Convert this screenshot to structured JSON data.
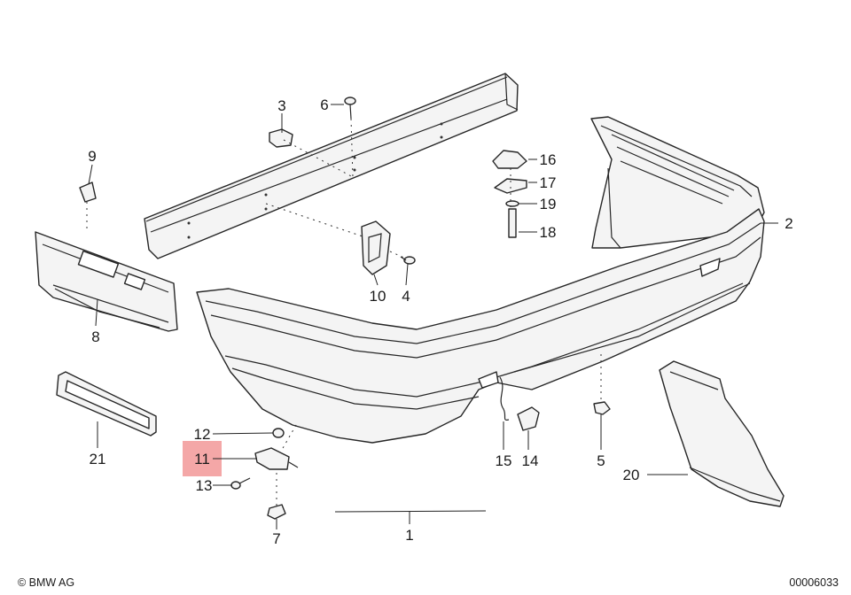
{
  "diagram": {
    "callouts": {
      "c1": "1",
      "c2": "2",
      "c3": "3",
      "c4": "4",
      "c5": "5",
      "c6": "6",
      "c7": "7",
      "c8": "8",
      "c9": "9",
      "c10": "10",
      "c11": "11",
      "c12": "12",
      "c13": "13",
      "c14": "14",
      "c15": "15",
      "c16": "16",
      "c17": "17",
      "c18": "18",
      "c19": "19",
      "c20": "20",
      "c21": "21"
    },
    "highlight_color": "#f4a7a7"
  },
  "footer": {
    "copyright": "© BMW AG",
    "drawing_number": "00006033"
  }
}
